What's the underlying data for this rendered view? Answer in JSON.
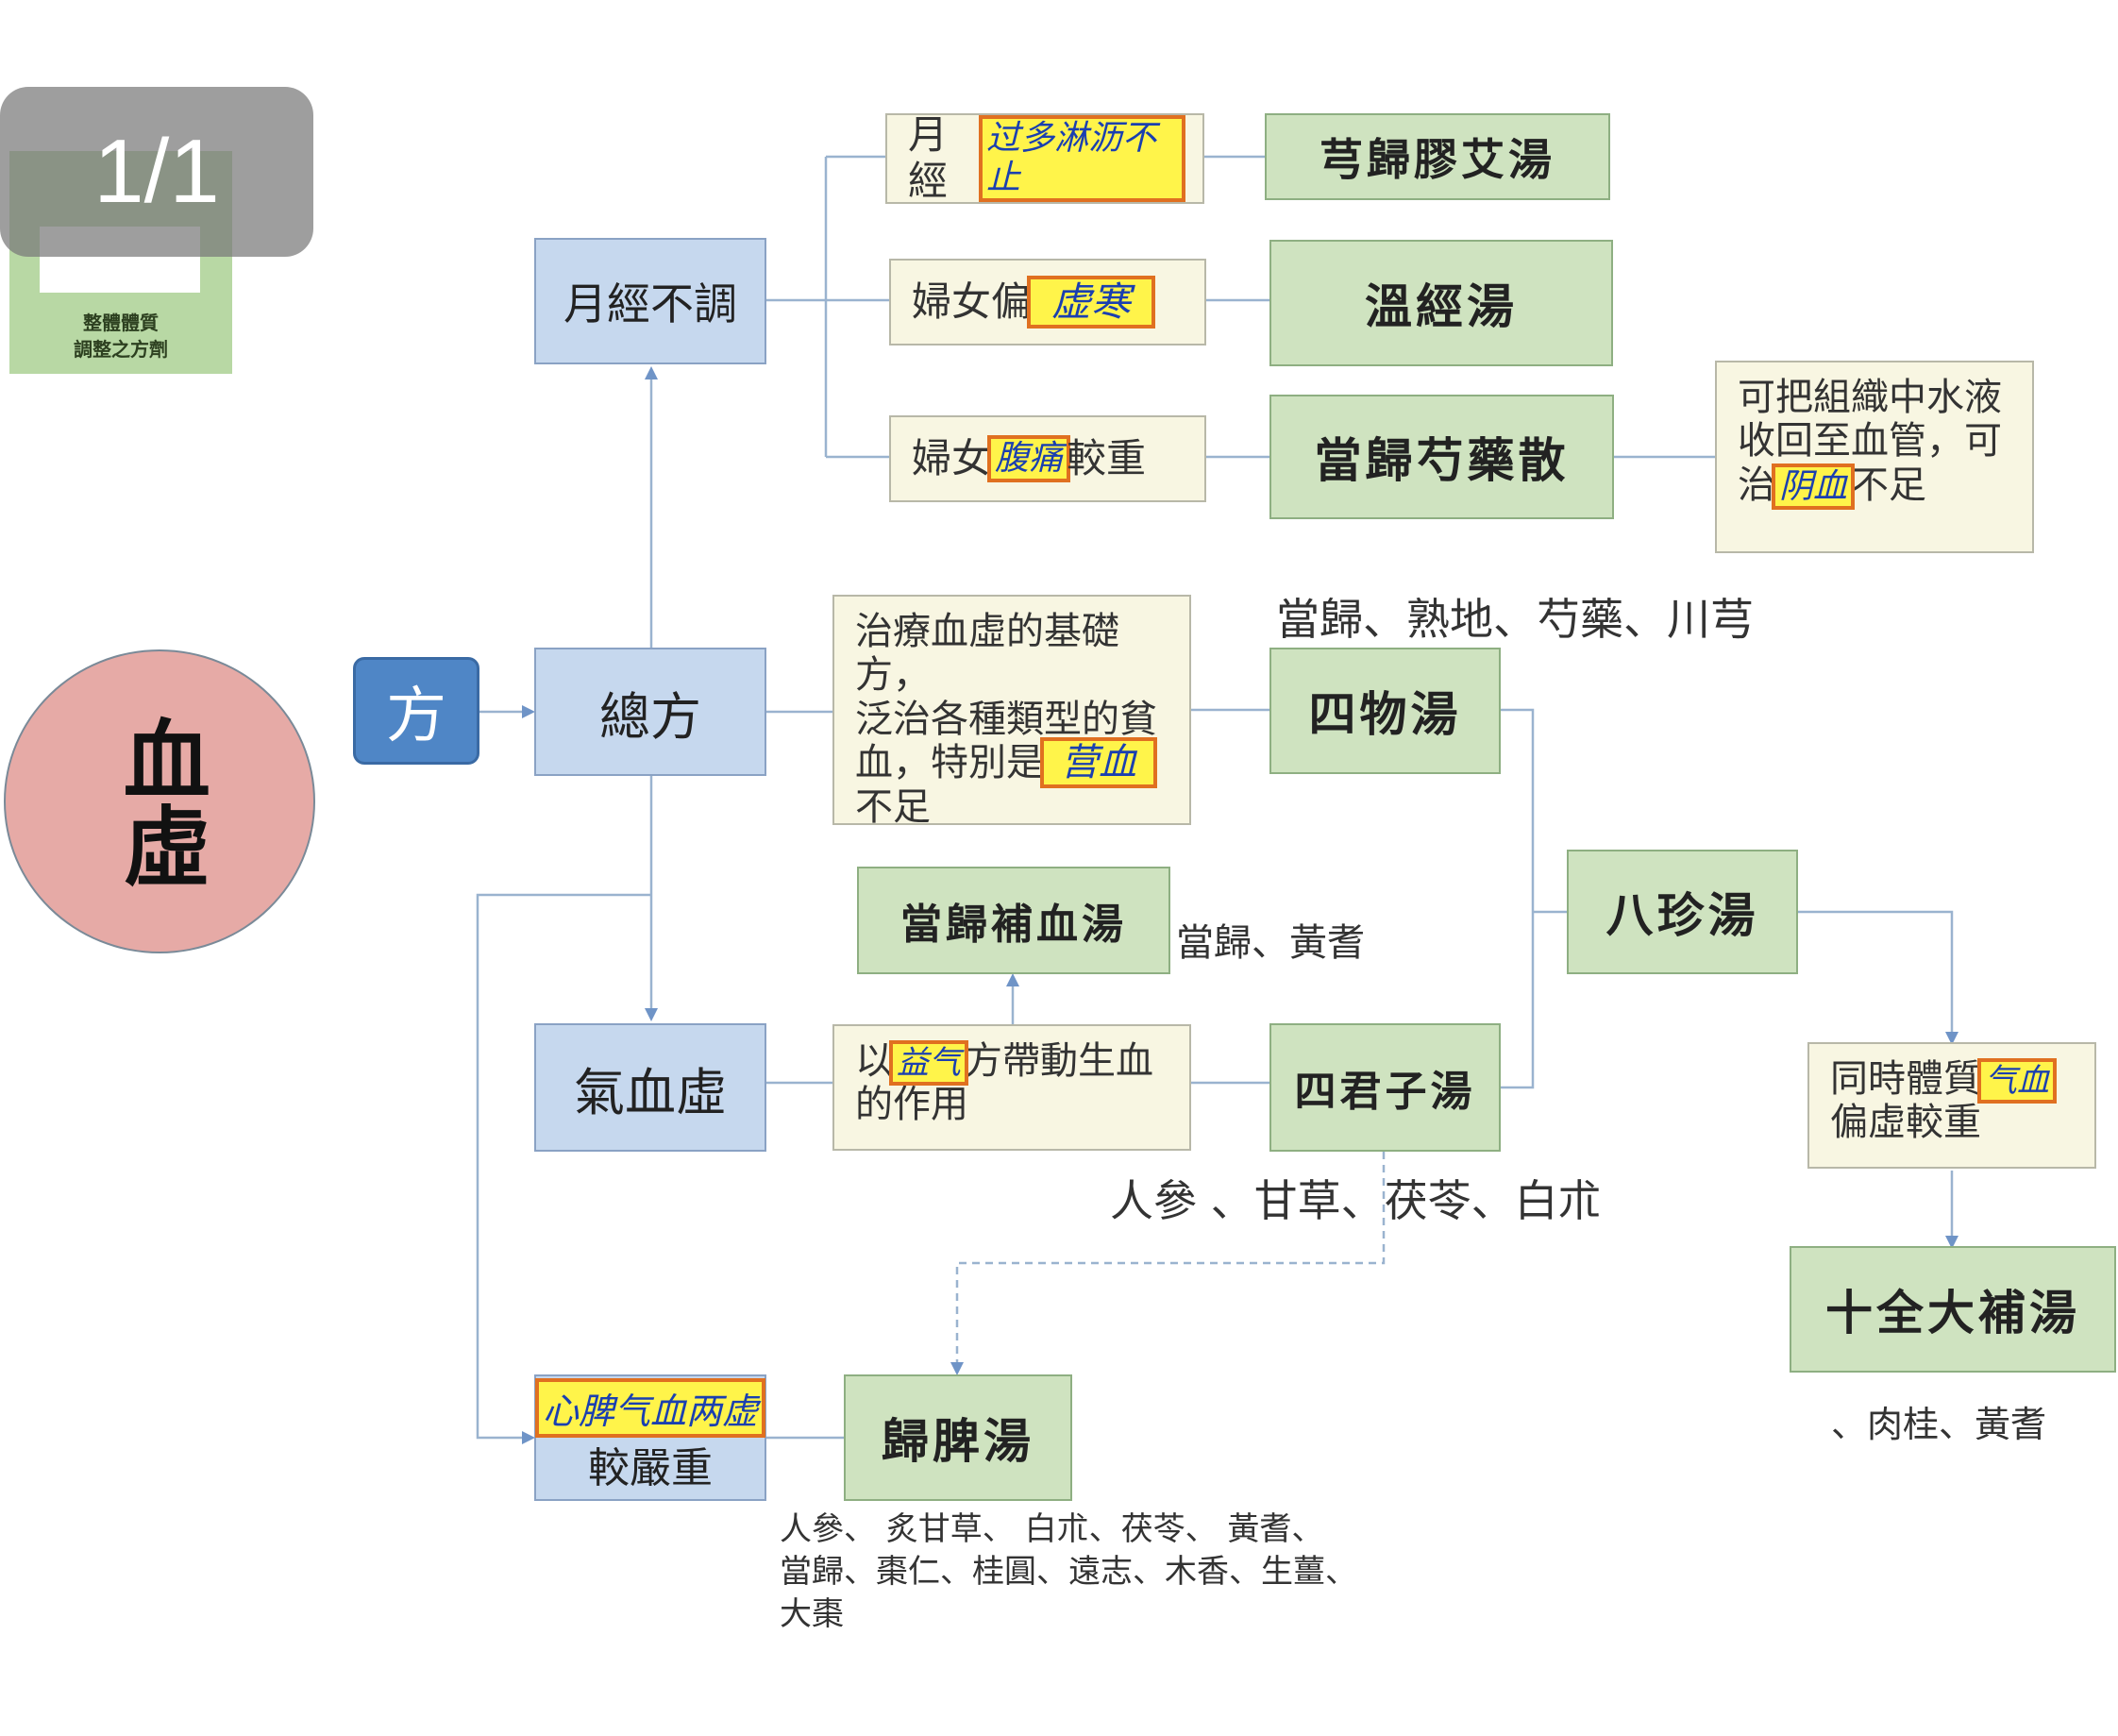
{
  "page_counter": "1/1",
  "thumbnail": {
    "caption_line1": "整體體質",
    "caption_line2": "調整之方劑"
  },
  "root": "血虛",
  "fang": "方",
  "nodes": {
    "yuejing_butiao": "月經不調",
    "zongfang": "總方",
    "qixuexu": "氣血虛",
    "xinpi_pre": "",
    "xinpi_hl": "心脾气血两虚",
    "xinpi_post": "較嚴重"
  },
  "conditions": {
    "c1_pre": "月經",
    "c1_hl": "过多淋沥不止",
    "c1_post": "",
    "c2_pre": "婦女偏",
    "c2_hl": "虚寒",
    "c2_post": "",
    "c3_pre": "婦女",
    "c3_hl": "腹痛",
    "c3_post": "較重",
    "c4_l1": "治療血虛的基礎方，",
    "c4_l2": "泛治各種類型的貧",
    "c4_l3_pre": "血，特別是",
    "c4_hl": "营血",
    "c4_l4": "不足",
    "c5_pre": "以",
    "c5_hl": "益气",
    "c5_post": "方帶動生血",
    "c5_l2": "的作用",
    "c6_l1": "可把組織中水液",
    "c6_l2": "收回至血管，可",
    "c6_l3_pre": "治",
    "c6_hl": "阴血",
    "c6_l3_post": "不足",
    "c7_pre": "同時體質",
    "c7_hl": "气血",
    "c7_l2": "偏虛較重"
  },
  "formulas": {
    "f1": "芎歸膠艾湯",
    "f2": "溫經湯",
    "f3": "當歸芍藥散",
    "f4": "四物湯",
    "f5": "當歸補血湯",
    "f6": "八珍湯",
    "f7": "四君子湯",
    "f8": "十全大補湯",
    "f9": "歸脾湯"
  },
  "ingredients": {
    "siwu": "當歸、熟地、芍藥、川芎",
    "buxue": "當歸、黃耆",
    "sijunzi": "人參 、甘草、茯苓、白朮",
    "shiquan": "、肉桂、黃耆",
    "guipi_l1": "人參、 炙甘草、 白朮、茯苓、 黃耆、",
    "guipi_l2": "當歸、棗仁、桂圓、遠志、木香、生薑、",
    "guipi_l3": "大棗"
  }
}
